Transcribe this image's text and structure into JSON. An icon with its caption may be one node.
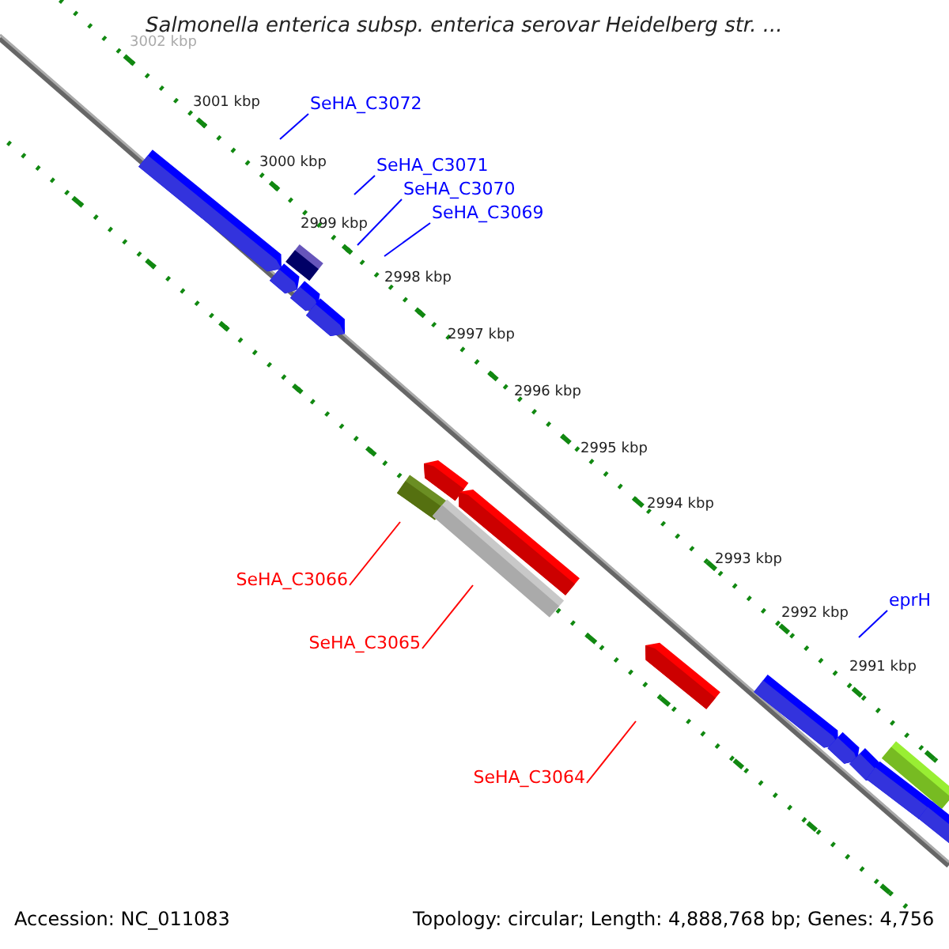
{
  "diagram": {
    "title": "Salmonella enterica subsp. enterica serovar Heidelberg str. ...",
    "nodes": [
      {
        "text": [
          "SeHA_C3072"
        ]
      },
      {
        "text": [
          "SeHA_C3071"
        ]
      },
      {
        "text": [
          "SeHA_C3070"
        ]
      },
      {
        "text": [
          "SeHA_C3069"
        ]
      },
      {
        "text": [
          "SeHA_C3066"
        ]
      },
      {
        "text": [
          "SeHA_C3065"
        ]
      },
      {
        "text": [
          "SeHA_C3064"
        ]
      },
      {
        "text": [
          "eprH"
        ]
      }
    ],
    "edges": [
      {
        "from": 0,
        "to": null,
        "arrow": "none"
      },
      {
        "from": 1,
        "to": null,
        "arrow": "none"
      },
      {
        "from": 2,
        "to": null,
        "arrow": "none"
      },
      {
        "from": 3,
        "to": null,
        "arrow": "none"
      },
      {
        "from": 4,
        "to": null,
        "arrow": "none",
        "color": "#ff0000"
      },
      {
        "from": 5,
        "to": null,
        "arrow": "none",
        "color": "#ff0000"
      },
      {
        "from": 6,
        "to": null,
        "arrow": "none",
        "color": "#ff0000"
      },
      {
        "from": 7,
        "to": null,
        "arrow": "none"
      }
    ],
    "labels": [
      "3002 kbp",
      "3001 kbp",
      "3000 kbp",
      "2999 kbp",
      "2998 kbp",
      "2997 kbp",
      "2996 kbp",
      "2995 kbp",
      "2994 kbp",
      "2993 kbp",
      "2992 kbp",
      "2991 kbp",
      "Accession: NC_011083",
      "Topology: circular; Length: 4,888,768 bp; Genes: 4,756"
    ]
  }
}
